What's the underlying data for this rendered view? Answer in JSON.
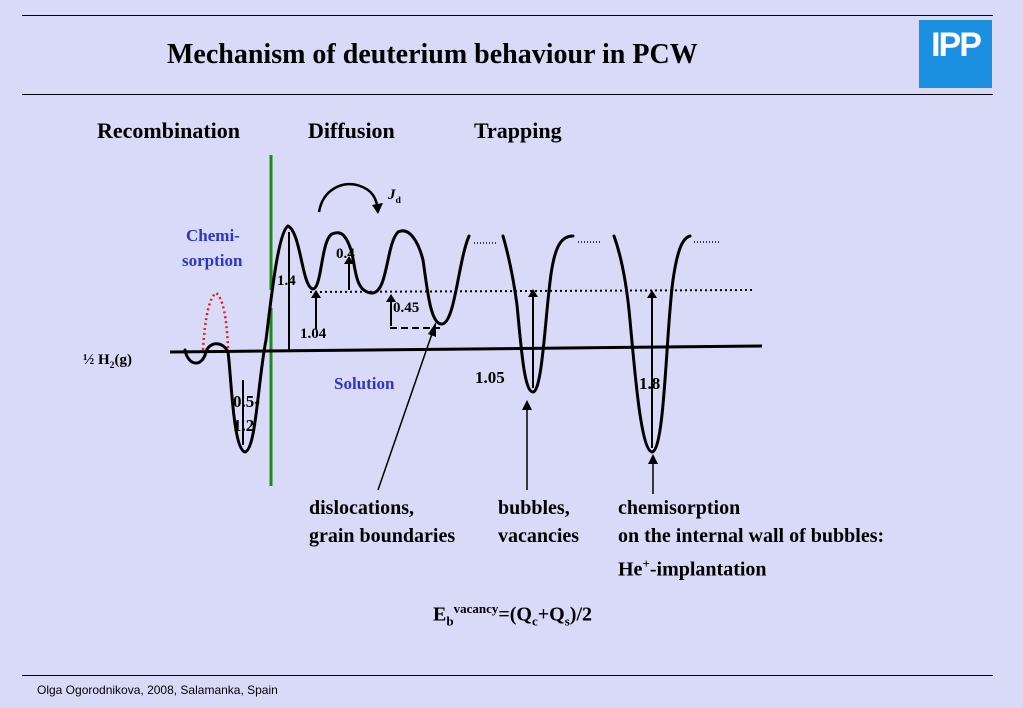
{
  "title": "Mechanism of deuterium behaviour in PCW",
  "logo": "IPP",
  "headers": {
    "recombination": "Recombination",
    "diffusion": "Diffusion",
    "trapping": "Trapping"
  },
  "labels": {
    "chemi_line1": "Chemi-",
    "chemi_line2": "sorption",
    "h2": "½ H",
    "h2_sub": "2",
    "h2_tail": "(g)",
    "solution": "Solution",
    "jd": "J",
    "jd_sub": "d",
    "v_1_4": "1.4",
    "v_0_4": "0.4",
    "v_0_45": "0.45",
    "v_1_04": "1.04",
    "v_1_05": "1.05",
    "v_1_8": "1.8",
    "v_0_5": "0.5-",
    "v_1_2": "1.2"
  },
  "captions": {
    "disl_1": "dislocations,",
    "disl_2": "grain boundaries",
    "bub_1": "bubbles,",
    "bub_2": "vacancies",
    "chem_1": "chemisorption",
    "chem_2": "on the internal wall of bubbles:",
    "chem_3": "He",
    "chem_3_sup": "+",
    "chem_3_tail": "-implantation"
  },
  "formula": {
    "E": "E",
    "b": "b",
    "vacancy": "vacancy",
    "eq": "=(Q",
    "c": "c",
    "plus": "+Q",
    "s": "s",
    "end": ")/2"
  },
  "footer": "Olga Ogorodnikova, 2008, Salamanka, Spain",
  "colors": {
    "background": "#d9daf7",
    "logo_bg": "#1b8fe0",
    "label_blue": "#2b35c9",
    "surface_green": "#1a8a1a",
    "chemi_red": "#e02020"
  }
}
